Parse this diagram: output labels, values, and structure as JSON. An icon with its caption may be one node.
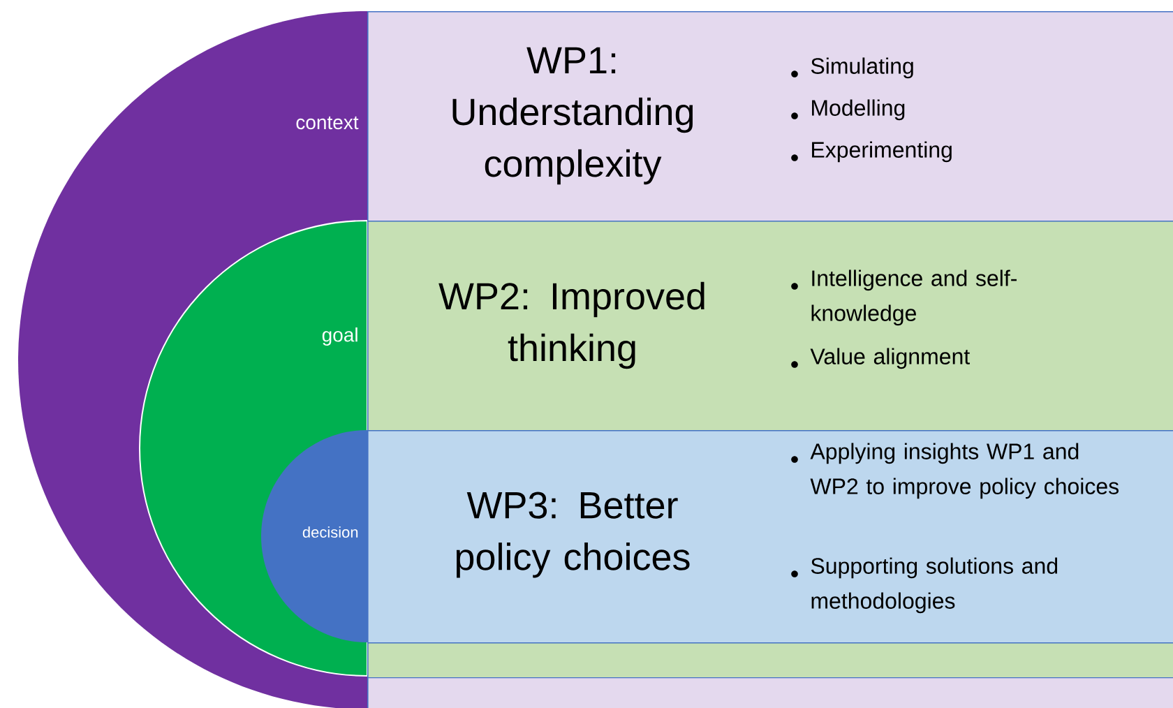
{
  "diagram": {
    "nodes": [
      {
        "text": [
          "context"
        ]
      },
      {
        "text": [
          "goal"
        ],
        "in": 0
      },
      {
        "text": [
          "decision"
        ],
        "in": 1
      },
      {
        "text": [
          "WP1: Understanding complexity",
          "Simulating",
          "Modelling",
          "Experimenting"
        ]
      },
      {
        "text": [
          "WP2: Improved thinking",
          "Intelligence and self-knowledge",
          "Value alignment"
        ],
        "in": 3
      },
      {
        "text": [
          "WP3: Better policy choices",
          "Applying insights WP1 and WP2 to improve policy choices",
          "Supporting solutions and methodologies"
        ],
        "in": 4
      }
    ]
  }
}
